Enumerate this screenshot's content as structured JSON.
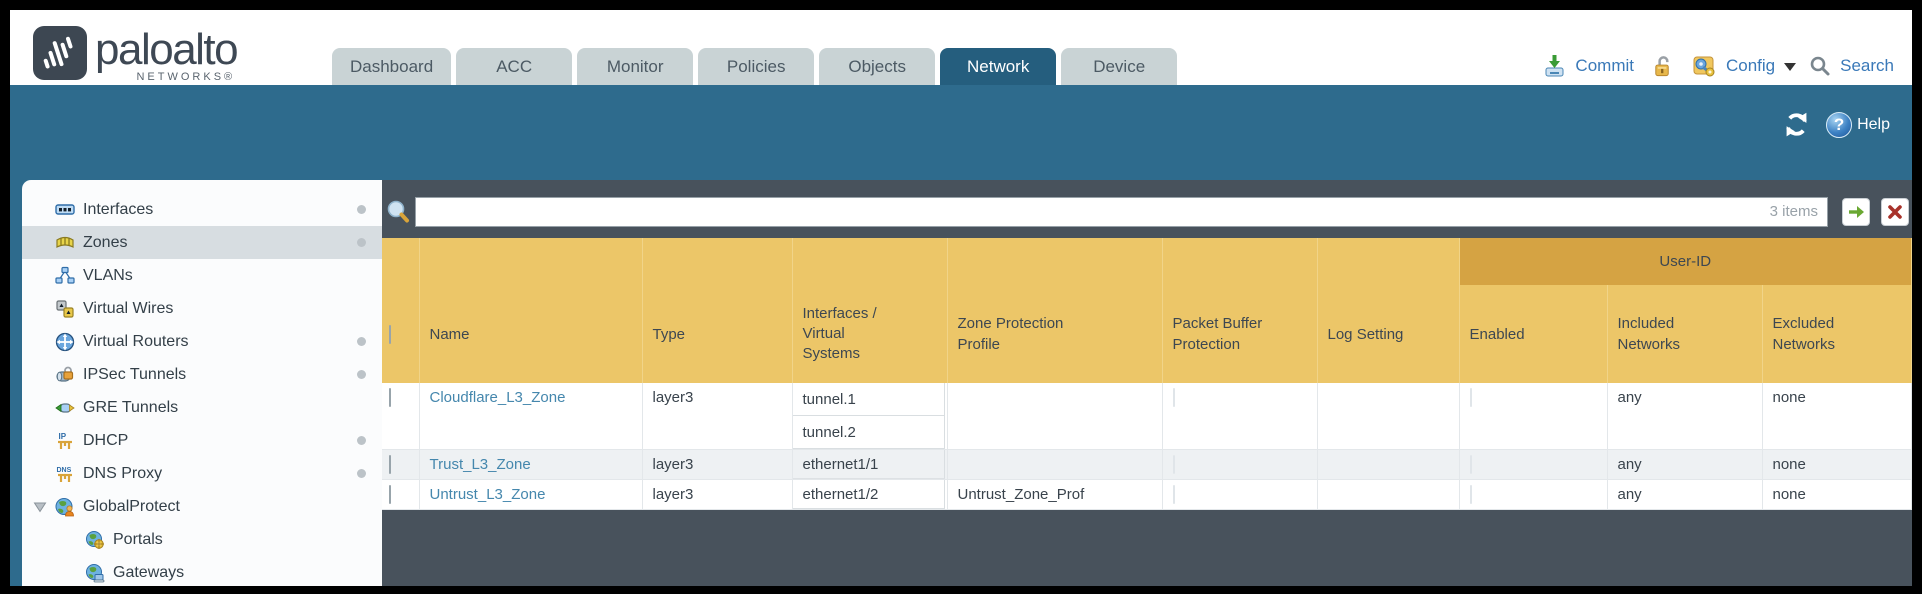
{
  "brand": {
    "wordmark": "paloalto",
    "tagline": "NETWORKS®"
  },
  "tabs": [
    {
      "label": "Dashboard",
      "active": false
    },
    {
      "label": "ACC",
      "active": false
    },
    {
      "label": "Monitor",
      "active": false
    },
    {
      "label": "Policies",
      "active": false
    },
    {
      "label": "Objects",
      "active": false
    },
    {
      "label": "Network",
      "active": true
    },
    {
      "label": "Device",
      "active": false
    }
  ],
  "header_actions": {
    "commit": "Commit",
    "config": "Config",
    "search": "Search"
  },
  "toolbar": {
    "help": "Help"
  },
  "filter": {
    "count": "3 items"
  },
  "sidebar": {
    "items": [
      {
        "label": "Interfaces"
      },
      {
        "label": "Zones"
      },
      {
        "label": "VLANs"
      },
      {
        "label": "Virtual Wires"
      },
      {
        "label": "Virtual Routers"
      },
      {
        "label": "IPSec Tunnels"
      },
      {
        "label": "GRE Tunnels"
      },
      {
        "label": "DHCP"
      },
      {
        "label": "DNS Proxy"
      },
      {
        "label": "GlobalProtect"
      },
      {
        "label": "Portals"
      },
      {
        "label": "Gateways"
      }
    ]
  },
  "table": {
    "group_header": "User-ID",
    "columns": {
      "name": "Name",
      "type": "Type",
      "interfaces": "Interfaces / Virtual Systems",
      "zpp": "Zone Protection Profile",
      "pbp": "Packet Buffer Protection",
      "log": "Log Setting",
      "enabled": "Enabled",
      "included": "Included Networks",
      "excluded": "Excluded Networks"
    },
    "rows": [
      {
        "name": "Cloudflare_L3_Zone",
        "type": "layer3",
        "interfaces": [
          "tunnel.1",
          "tunnel.2"
        ],
        "zpp": "",
        "log": "",
        "included": "any",
        "excluded": "none"
      },
      {
        "name": "Trust_L3_Zone",
        "type": "layer3",
        "interfaces": [
          "ethernet1/1"
        ],
        "zpp": "",
        "log": "",
        "included": "any",
        "excluded": "none"
      },
      {
        "name": "Untrust_L3_Zone",
        "type": "layer3",
        "interfaces": [
          "ethernet1/2"
        ],
        "zpp": "Untrust_Zone_Prof",
        "log": "",
        "included": "any",
        "excluded": "none"
      }
    ]
  },
  "colors": {
    "band_teal": "#2e6b8d",
    "active_tab": "#255e7e",
    "header_yellow": "#ecc668",
    "userid_band": "#d5a343",
    "content_slate": "#48525c",
    "link_blue": "#4587ad"
  }
}
